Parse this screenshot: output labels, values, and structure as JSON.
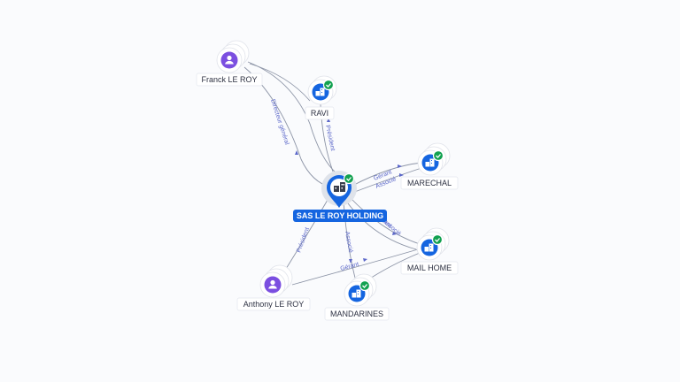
{
  "graph": {
    "center": {
      "name": "SAS LE ROY HOLDING",
      "type": "company",
      "verified": true,
      "color": "#1565e0"
    },
    "nodes": [
      {
        "id": "franck",
        "name": "Franck LE ROY",
        "type": "person",
        "color": "#7b4fe0"
      },
      {
        "id": "ravi",
        "name": "RAVI",
        "type": "company",
        "verified": true,
        "color": "#1565e0"
      },
      {
        "id": "marechal",
        "name": "MARECHAL",
        "type": "company",
        "verified": true,
        "color": "#1565e0"
      },
      {
        "id": "mailhome",
        "name": "MAIL HOME",
        "type": "company",
        "verified": true,
        "color": "#1565e0"
      },
      {
        "id": "mandarines",
        "name": "MANDARINES",
        "type": "company",
        "verified": true,
        "color": "#1565e0"
      },
      {
        "id": "anthony",
        "name": "Anthony LE ROY",
        "type": "person",
        "color": "#7b4fe0"
      }
    ],
    "edges": [
      {
        "id": "e1",
        "label": "Directeur général"
      },
      {
        "id": "e2",
        "label": "Président"
      },
      {
        "id": "e3",
        "label": "Gérant"
      },
      {
        "id": "e4",
        "label": "Associé"
      },
      {
        "id": "e5",
        "label": "Gérant"
      },
      {
        "id": "e6",
        "label": "Associé"
      },
      {
        "id": "e7",
        "label": "Président"
      },
      {
        "id": "e8",
        "label": "Associé"
      },
      {
        "id": "e9",
        "label": "Gérant"
      }
    ],
    "verified_color": "#12a150",
    "edge_label_color": "#5b67c9"
  }
}
